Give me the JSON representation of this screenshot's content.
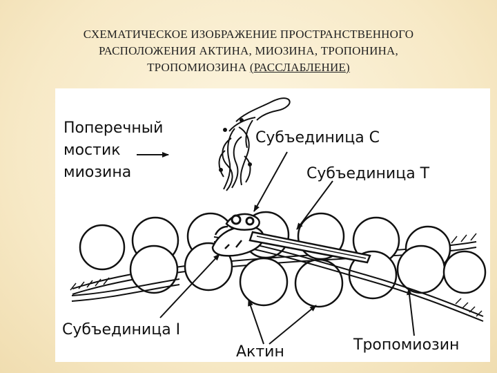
{
  "title": {
    "line1": "СХЕМАТИЧЕСКОЕ ИЗОБРАЖЕНИЕ ПРОСТРАНСТВЕННОГО",
    "line2": "РАСПОЛОЖЕНИЯ АКТИНА, МИОЗИНА, ТРОПОНИНА,",
    "line3_main": "ТРОПОМИОЗИНА ",
    "line3_underlined": "(РАССЛАБЛЕНИЕ)"
  },
  "diagram": {
    "labels": {
      "crossbridge_line1": "Поперечный",
      "crossbridge_line2": "мостик",
      "crossbridge_line3": "миозина",
      "subunit_c": "Субъединица С",
      "subunit_t": "Субъединица Т",
      "subunit_i": "Субъединица I",
      "actin": "Актин",
      "tropomyosin": "Тропомиозин"
    }
  }
}
